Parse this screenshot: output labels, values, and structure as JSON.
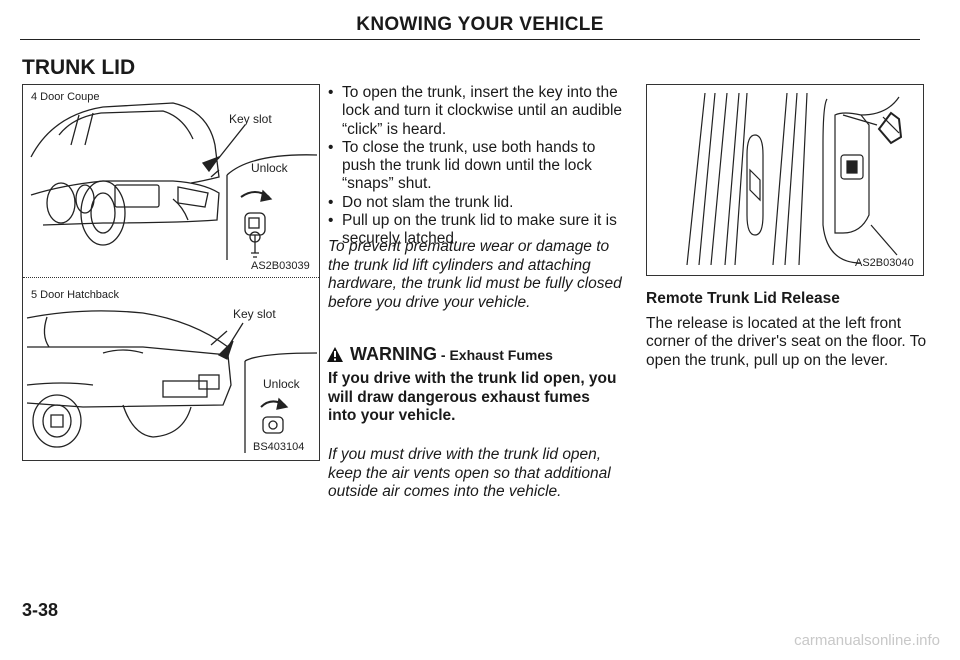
{
  "header": {
    "title": "KNOWING YOUR VEHICLE"
  },
  "section": {
    "title": "TRUNK LID"
  },
  "figure_left": {
    "top": {
      "caption": "4 Door Coupe",
      "key_slot": "Key slot",
      "unlock": "Unlock",
      "code": "AS2B03039"
    },
    "bottom": {
      "caption": "5 Door Hatchback",
      "key_slot": "Key slot",
      "unlock": "Unlock",
      "code": "BS403104"
    }
  },
  "middle": {
    "bullets": [
      "To open the trunk, insert the key into the lock and turn it clockwise until an audible “click” is heard.",
      "To close the trunk, use both hands to push the trunk lid down until the lock “snaps” shut.",
      "Do not slam the trunk lid.",
      "Pull up on the trunk lid to make sure it is securely latched."
    ],
    "caution": "To prevent premature wear or damage to the trunk lid lift cylinders and attaching hardware, the trunk lid must be fully closed before you drive your vehicle.",
    "warning_title": "WARNING",
    "warning_subtitle": " - Exhaust Fumes",
    "warning_body": "If you drive with the trunk lid open, you will draw dangerous exhaust fumes into your vehicle.",
    "warning_note": "If you must drive with the trunk lid open, keep the air vents open so that additional outside air comes into the vehicle."
  },
  "figure_right": {
    "code": "AS2B03040"
  },
  "right": {
    "title": "Remote Trunk Lid Release",
    "body": "The release is located at the left front corner of the driver's seat on the floor. To open the trunk, pull up on the lever."
  },
  "footer": {
    "page_number": "3-38",
    "watermark": "carmanualsonline.info"
  }
}
